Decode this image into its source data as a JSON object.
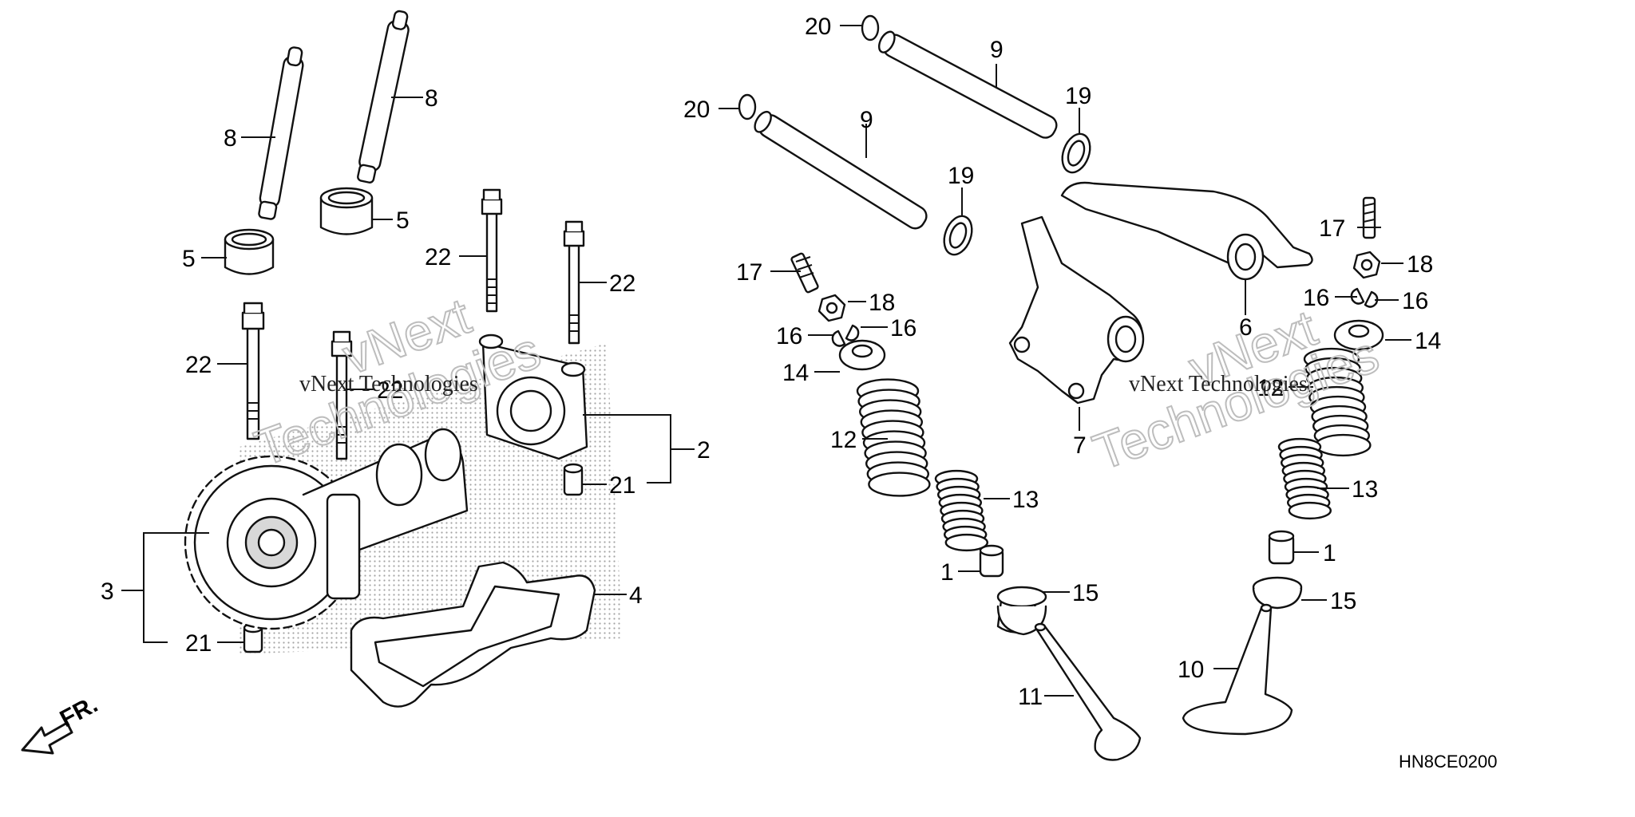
{
  "callouts": {
    "c1a": "1",
    "c1b": "1",
    "c2": "2",
    "c3": "3",
    "c4": "4",
    "c5a": "5",
    "c5b": "5",
    "c6": "6",
    "c7": "7",
    "c8a": "8",
    "c8b": "8",
    "c9a": "9",
    "c9b": "9",
    "c10": "10",
    "c11": "11",
    "c12a": "12",
    "c12b": "12",
    "c13a": "13",
    "c13b": "13",
    "c14a": "14",
    "c14b": "14",
    "c15a": "15",
    "c15b": "15",
    "c16a": "16",
    "c16b": "16",
    "c16c": "16",
    "c16d": "16",
    "c17a": "17",
    "c17b": "17",
    "c18a": "18",
    "c18b": "18",
    "c19a": "19",
    "c19b": "19",
    "c20a": "20",
    "c20b": "20",
    "c21a": "21",
    "c21b": "21",
    "c22a": "22",
    "c22b": "22",
    "c22c": "22",
    "c22d": "22"
  },
  "front_marker": "FR.",
  "diagram_code": "HN8CE0200",
  "watermark": {
    "small": "vNext Technologies",
    "line1": "vNext",
    "line2": "Technologies"
  }
}
